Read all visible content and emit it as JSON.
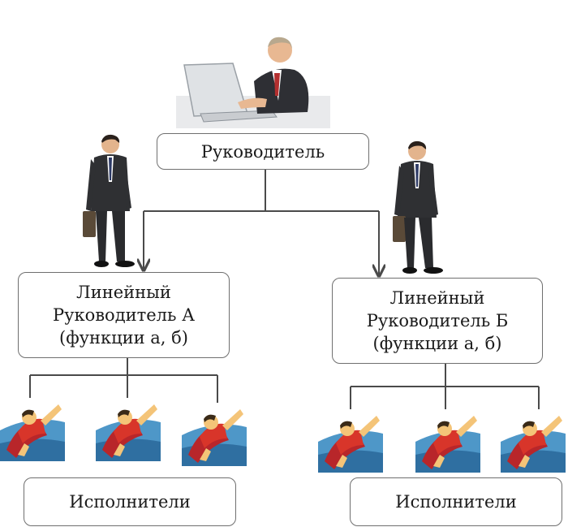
{
  "top": {
    "label": "Руководитель"
  },
  "managers": [
    {
      "lines": [
        "Линейный",
        "Руководитель А",
        "(функции а, б)"
      ]
    },
    {
      "lines": [
        "Линейный",
        "Руководитель Б",
        "(функции а, б)"
      ]
    }
  ],
  "executors": [
    {
      "label": "Исполнители"
    },
    {
      "label": "Исполнители"
    }
  ],
  "colors": {
    "connector": "#4a4a4a",
    "box_border": "#6f6f6f",
    "tile_sky": "#4e97c8",
    "hero_body": "#d8352a",
    "hero_skin": "#f4c478",
    "suit": "#2f3033"
  },
  "icons": [
    "laptop-executive-icon",
    "businessman-with-briefcase-icon",
    "flying-superhero-icon"
  ]
}
